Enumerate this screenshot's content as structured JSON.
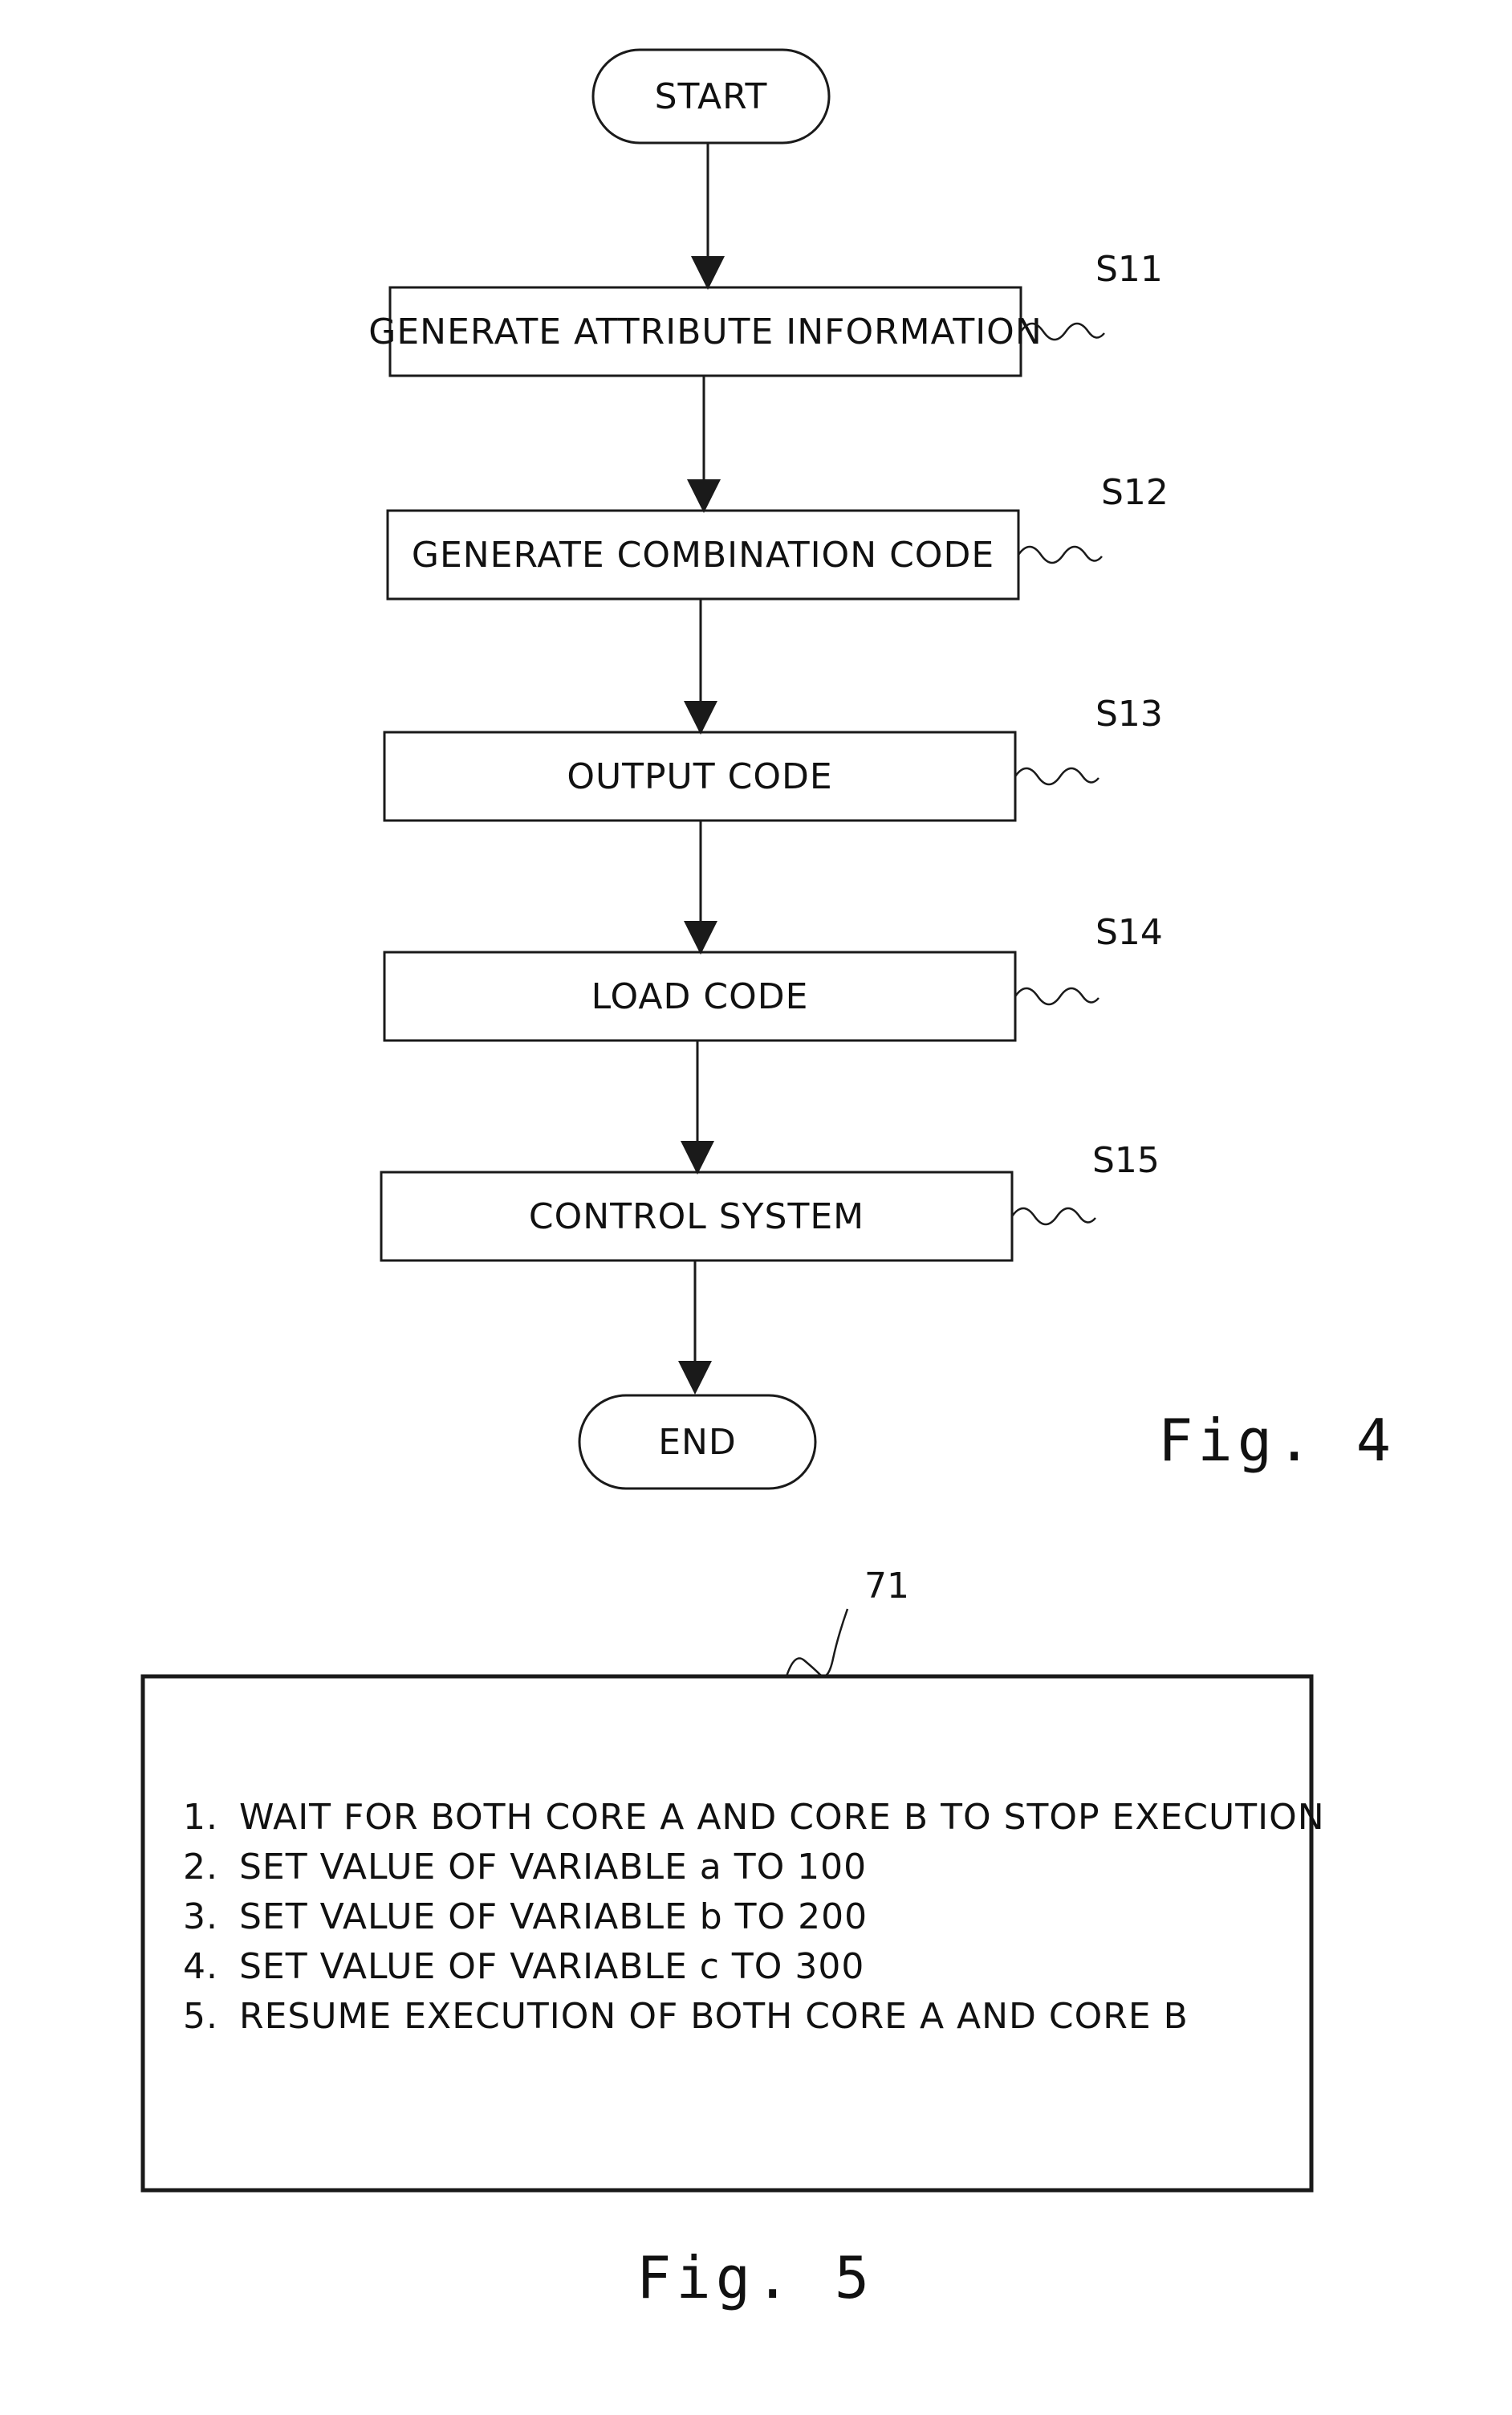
{
  "fig4": {
    "figure_label": "Fig. 4",
    "start": "START",
    "end": "END",
    "steps": [
      {
        "ref": "S11",
        "text": "GENERATE ATTRIBUTE INFORMATION"
      },
      {
        "ref": "S12",
        "text": "GENERATE COMBINATION CODE"
      },
      {
        "ref": "S13",
        "text": "OUTPUT CODE"
      },
      {
        "ref": "S14",
        "text": "LOAD CODE"
      },
      {
        "ref": "S15",
        "text": "CONTROL SYSTEM"
      }
    ]
  },
  "fig5": {
    "figure_label": "Fig. 5",
    "ref": "71",
    "lines": [
      {
        "num": "1.",
        "text": "WAIT FOR BOTH CORE A AND CORE B TO STOP EXECUTION"
      },
      {
        "num": "2.",
        "text": "SET VALUE OF VARIABLE a TO 100"
      },
      {
        "num": "3.",
        "text": "SET VALUE OF VARIABLE b TO 200"
      },
      {
        "num": "4.",
        "text": "SET VALUE OF VARIABLE c TO 300"
      },
      {
        "num": "5.",
        "text": "RESUME EXECUTION OF BOTH CORE A AND CORE B"
      }
    ]
  }
}
